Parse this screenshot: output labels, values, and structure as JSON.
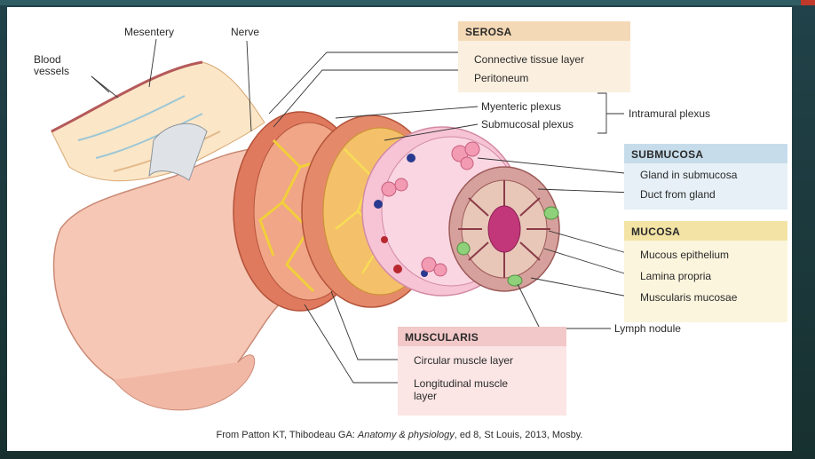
{
  "labels": {
    "blood_vessels_line1": "Blood",
    "blood_vessels_line2": "vessels",
    "mesentery": "Mesentery",
    "nerve": "Nerve",
    "myenteric_plexus": "Myenteric plexus",
    "submucosal_plexus": "Submucosal plexus",
    "intramural_plexus": "Intramural plexus",
    "lymph_nodule": "Lymph nodule"
  },
  "serosa": {
    "title": "SEROSA",
    "items": [
      "Connective tissue layer",
      "Peritoneum"
    ]
  },
  "submucosa": {
    "title": "SUBMUCOSA",
    "items": [
      "Gland in submucosa",
      "Duct from gland"
    ]
  },
  "mucosa": {
    "title": "MUCOSA",
    "items": [
      "Mucous epithelium",
      "Lamina propria",
      "Muscularis mucosae"
    ]
  },
  "muscularis": {
    "title": "MUSCULARIS",
    "items": [
      "Circular muscle layer",
      "Longitudinal muscle",
      "layer"
    ]
  },
  "caption": {
    "prefix": "From Patton KT, Thibodeau GA: ",
    "title": "Anatomy & physiology",
    "suffix": ", ed 8, St Louis, 2013, Mosby."
  },
  "colors": {
    "serosa_header": "#f4d9b6",
    "submucosa_header": "#c7dceb",
    "mucosa_header": "#f3e4a6",
    "muscularis_header": "#f2c8c8"
  }
}
